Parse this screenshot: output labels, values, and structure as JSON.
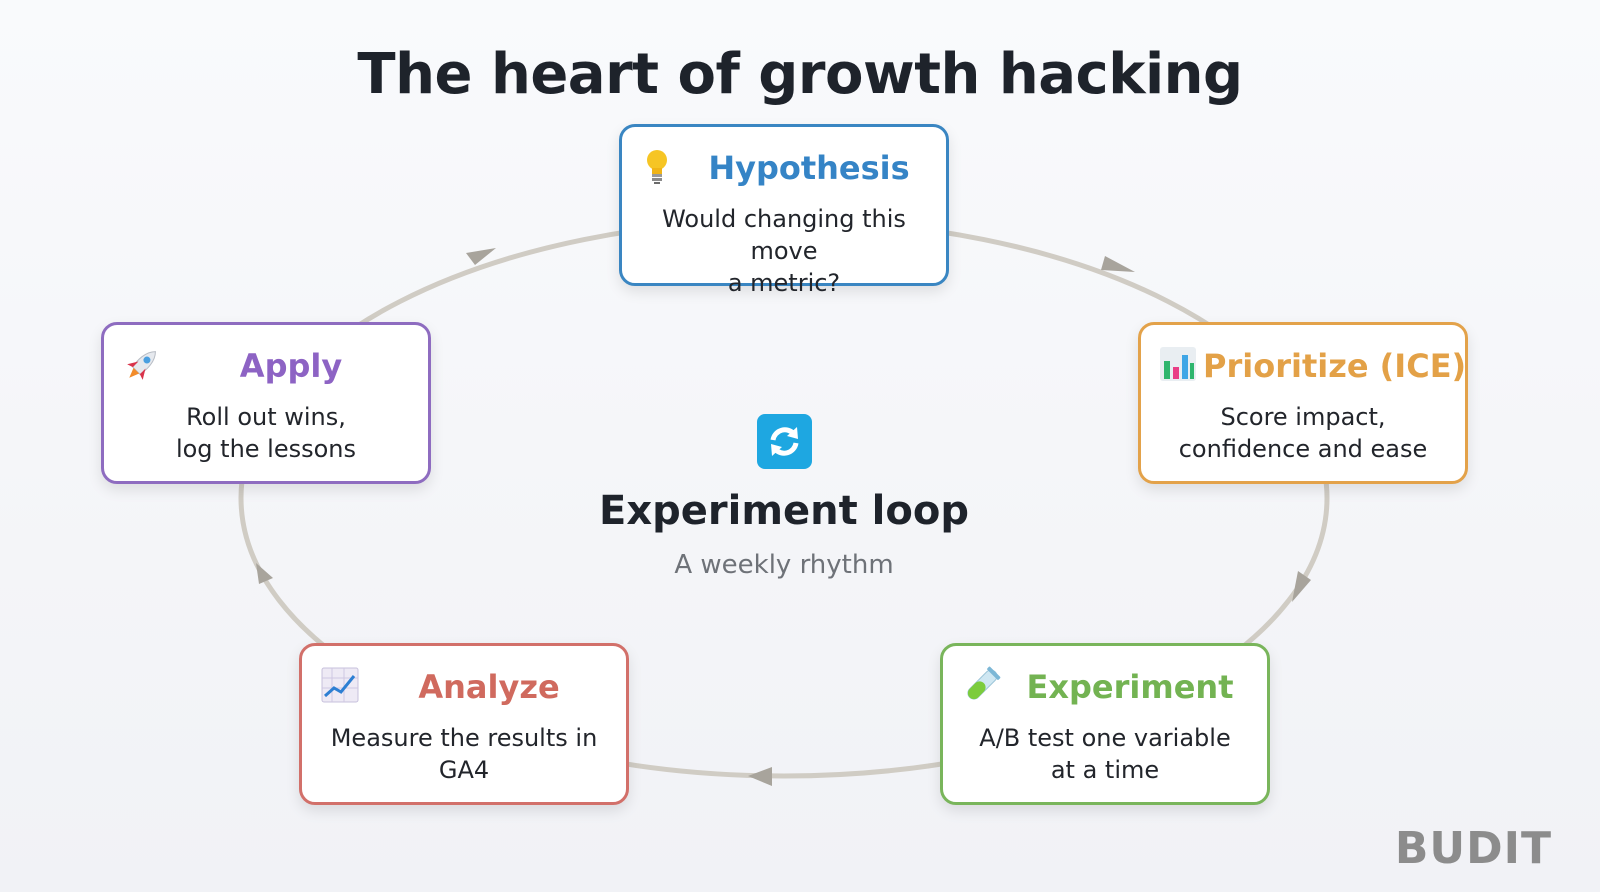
{
  "title": "The heart of growth hacking",
  "center": {
    "icon": "repeat-cycle-icon",
    "title": "Experiment loop",
    "subtitle": "A weekly rhythm"
  },
  "steps": [
    {
      "label": "Hypothesis",
      "icon": "light-bulb-icon",
      "desc_line1": "Would changing this move",
      "desc_line2": "a metric?",
      "color": "#3584c6"
    },
    {
      "label": "Prioritize (ICE)",
      "icon": "bar-chart-icon",
      "desc_line1": "Score impact,",
      "desc_line2": "confidence and ease",
      "color": "#e3a147"
    },
    {
      "label": "Experiment",
      "icon": "test-tube-icon",
      "desc_line1": "A/B test one variable",
      "desc_line2": "at a time",
      "color": "#73b352"
    },
    {
      "label": "Analyze",
      "icon": "line-chart-icon",
      "desc_line1": "Measure the results in GA4",
      "desc_line2": "",
      "color": "#d06a5e"
    },
    {
      "label": "Apply",
      "icon": "rocket-icon",
      "desc_line1": "Roll out wins,",
      "desc_line2": "log the lessons",
      "color": "#8d63c4"
    }
  ],
  "connector_color": "#d0ccc4",
  "arrow_color": "#a8a49c",
  "brand": "BUDIT"
}
